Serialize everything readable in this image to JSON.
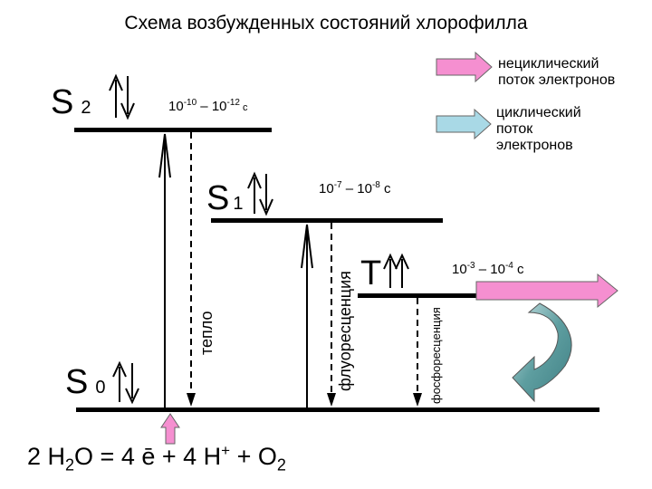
{
  "title": "Схема возбужденных состояний хлорофилла",
  "levels": {
    "s2": {
      "letter": "S",
      "sub": "2"
    },
    "s1": {
      "letter": "S",
      "sub": "1"
    },
    "t": {
      "letter": "T"
    },
    "s0": {
      "letter": "S",
      "sub": "0"
    }
  },
  "times": {
    "s2": {
      "base1": "10",
      "exp1": "-10",
      "sep": " – ",
      "base2": "10",
      "exp2": "-12",
      "unit": " с"
    },
    "s1": {
      "base1": "10",
      "exp1": "-7",
      "sep": " – ",
      "base2": "10",
      "exp2": "-8",
      "unit": " с"
    },
    "t": {
      "base1": "10",
      "exp1": "-3",
      "sep": " – ",
      "base2": "10",
      "exp2": "-4",
      "unit": " с"
    }
  },
  "legend": {
    "noncyclic_line1": "нециклический",
    "noncyclic_line2": "поток электронов",
    "cyclic_line1": "циклический",
    "cyclic_line2": "поток",
    "cyclic_line3": "электронов"
  },
  "vertical_labels": {
    "heat": "тепло",
    "fluorescence": "флуоресценция",
    "phosphorescence": "фосфоресценция"
  },
  "equation": {
    "p1": "2 H",
    "sub1": "2",
    "p2": "O = 4 ē + 4 H",
    "sup1": "+",
    "p3": " + O",
    "sub2": "2"
  },
  "colors": {
    "pink_arrow": "#f58fd0",
    "cyan_arrow": "#a9d9e6",
    "teal_curve": "#5e9ea0",
    "line": "#000000"
  }
}
